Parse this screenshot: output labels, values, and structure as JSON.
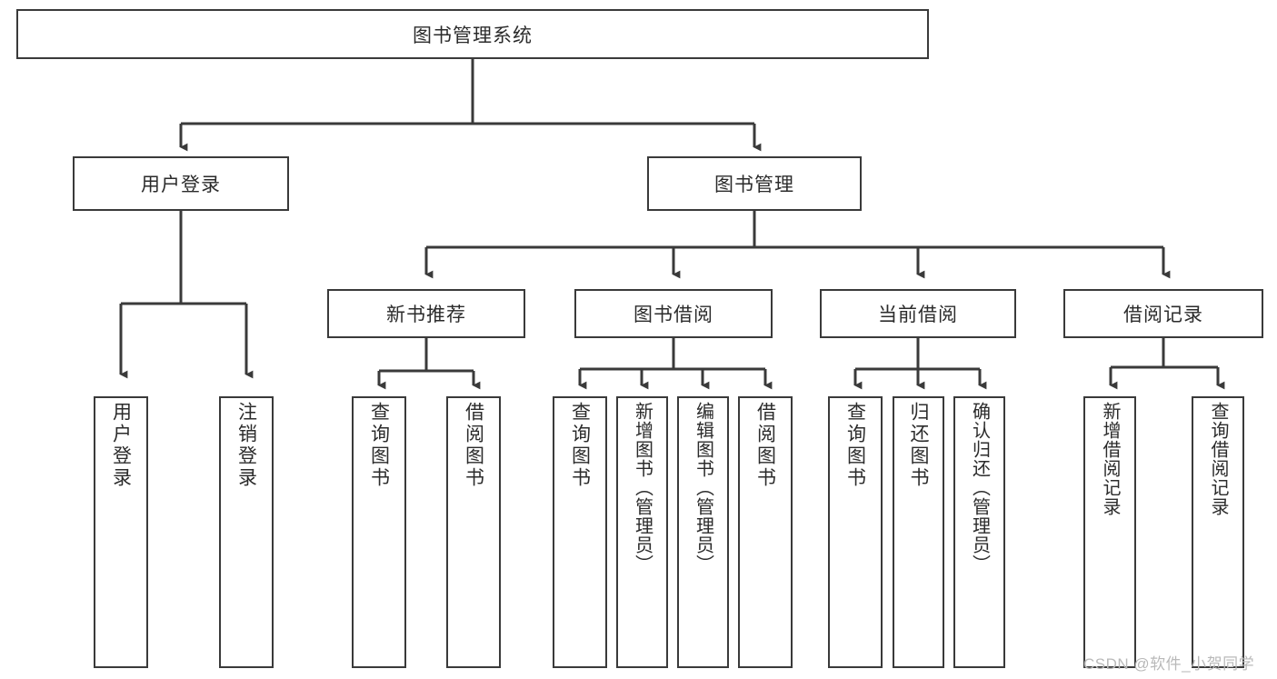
{
  "diagram": {
    "title": "图书管理系统",
    "type": "tree-hierarchy",
    "colors": {
      "background": "#ffffff",
      "border": "#3a3a3a",
      "text": "#2b2b2b",
      "edge": "#3a3a3a",
      "watermark": "#b9b9b9"
    },
    "root": {
      "label": "图书管理系统"
    },
    "level1": [
      {
        "label": "用户登录"
      },
      {
        "label": "图书管理"
      }
    ],
    "level2": [
      {
        "label": "新书推荐"
      },
      {
        "label": "图书借阅"
      },
      {
        "label": "当前借阅"
      },
      {
        "label": "借阅记录"
      }
    ],
    "leaves": {
      "user_login": [
        {
          "label": "用户登录"
        },
        {
          "label": "注销登录"
        }
      ],
      "new_book_recommend": [
        {
          "label": "查询图书"
        },
        {
          "label": "借阅图书"
        }
      ],
      "book_borrow": [
        {
          "label": "查询图书"
        },
        {
          "label": "新增图书（管理员）"
        },
        {
          "label": "编辑图书（管理员）"
        },
        {
          "label": "借阅图书"
        }
      ],
      "current_borrow": [
        {
          "label": "查询图书"
        },
        {
          "label": "归还图书"
        },
        {
          "label": "确认归还（管理员）"
        }
      ],
      "borrow_record": [
        {
          "label": "新增借阅记录"
        },
        {
          "label": "查询借阅记录"
        }
      ]
    }
  },
  "watermark": {
    "text": "CSDN @软件_小贺同学"
  }
}
